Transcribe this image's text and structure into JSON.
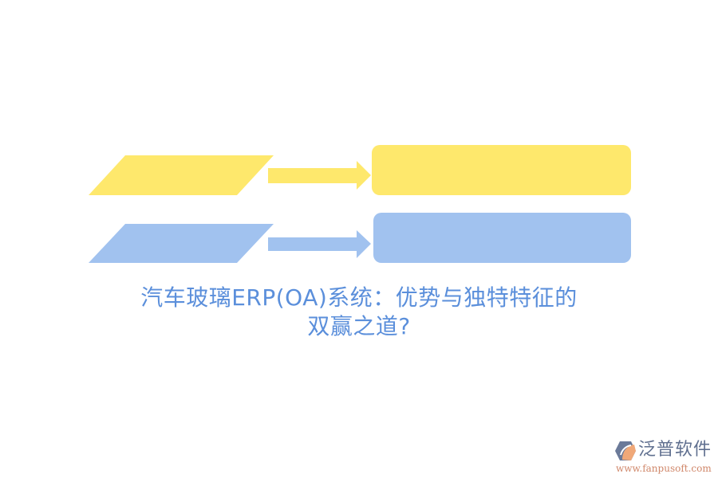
{
  "diagram": {
    "rows": [
      {
        "color": "#fee86c",
        "input_shape": "parallelogram",
        "output_shape": "rounded-rectangle",
        "label_input": "",
        "label_output": ""
      },
      {
        "color": "#a1c2ef",
        "input_shape": "parallelogram",
        "output_shape": "rounded-rectangle",
        "label_input": "",
        "label_output": ""
      }
    ]
  },
  "title": {
    "line1": "汽车玻璃ERP(OA)系统：优势与独特特征的",
    "line2": "双赢之道?",
    "color": "#5b8fdb"
  },
  "logo": {
    "icon": "fanpu-hexagon-logo-icon",
    "name": "泛普软件",
    "url": "www.fanpusoft.com"
  }
}
